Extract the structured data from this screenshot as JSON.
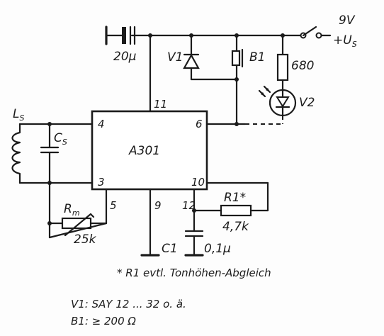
{
  "ic": {
    "name": "A301",
    "pins": {
      "p3": "3",
      "p4": "4",
      "p5": "5",
      "p6": "6",
      "p9": "9",
      "p10": "10",
      "p11": "11",
      "p12": "12"
    }
  },
  "labels": {
    "c_supply": "20µ",
    "v1": "V1",
    "b1": "B1",
    "r_led": "680",
    "v2": "V2",
    "voltage": "9V",
    "us_main": "+U",
    "us_sub": "S",
    "ls_main": "L",
    "ls_sub": "S",
    "cs_main": "C",
    "cs_sub": "S",
    "rm_main": "R",
    "rm_sub": "m",
    "rm_value": "25k",
    "r1": "R1*",
    "r1_value": "4,7k",
    "c1": "C1",
    "c1_value": "0,1µ"
  },
  "notes": {
    "asterisk": "* R1 evtl. Tonhöhen-Abgleich",
    "v1_spec": "V1: SAY 12 ... 32 o. ä.",
    "b1_spec": "B1: ≥ 200 Ω"
  }
}
